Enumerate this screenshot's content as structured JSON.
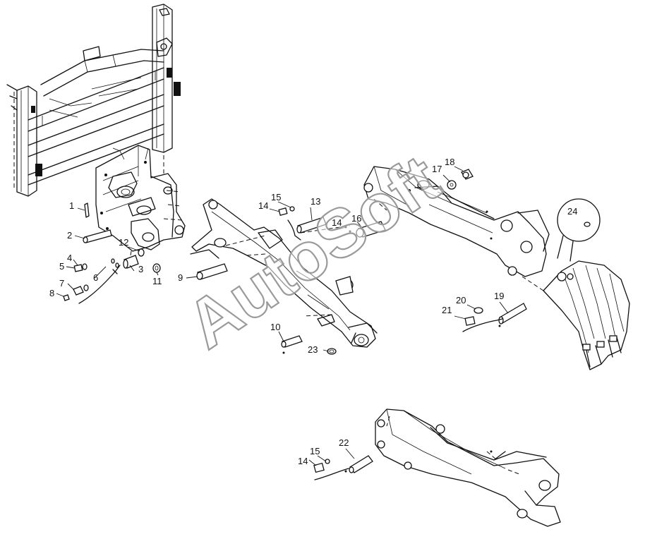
{
  "watermark": "AutoSoft",
  "callouts": [
    {
      "id": "c1",
      "text": "1"
    },
    {
      "id": "c2",
      "text": "2"
    },
    {
      "id": "c3",
      "text": "3"
    },
    {
      "id": "c4",
      "text": "4"
    },
    {
      "id": "c5",
      "text": "5"
    },
    {
      "id": "c6",
      "text": "6"
    },
    {
      "id": "c7",
      "text": "7"
    },
    {
      "id": "c8",
      "text": "8"
    },
    {
      "id": "c9",
      "text": "9"
    },
    {
      "id": "c10",
      "text": "10"
    },
    {
      "id": "c11",
      "text": "11"
    },
    {
      "id": "c12",
      "text": "12"
    },
    {
      "id": "c13",
      "text": "13"
    },
    {
      "id": "c14a",
      "text": "14"
    },
    {
      "id": "c14b",
      "text": "14"
    },
    {
      "id": "c14c",
      "text": "14"
    },
    {
      "id": "c15a",
      "text": "15"
    },
    {
      "id": "c15b",
      "text": "15"
    },
    {
      "id": "c16",
      "text": "16"
    },
    {
      "id": "c17",
      "text": "17"
    },
    {
      "id": "c18",
      "text": "18"
    },
    {
      "id": "c19",
      "text": "19"
    },
    {
      "id": "c20",
      "text": "20"
    },
    {
      "id": "c21",
      "text": "21"
    },
    {
      "id": "c22",
      "text": "22"
    },
    {
      "id": "c23",
      "text": "23"
    },
    {
      "id": "c24",
      "text": "24"
    }
  ]
}
